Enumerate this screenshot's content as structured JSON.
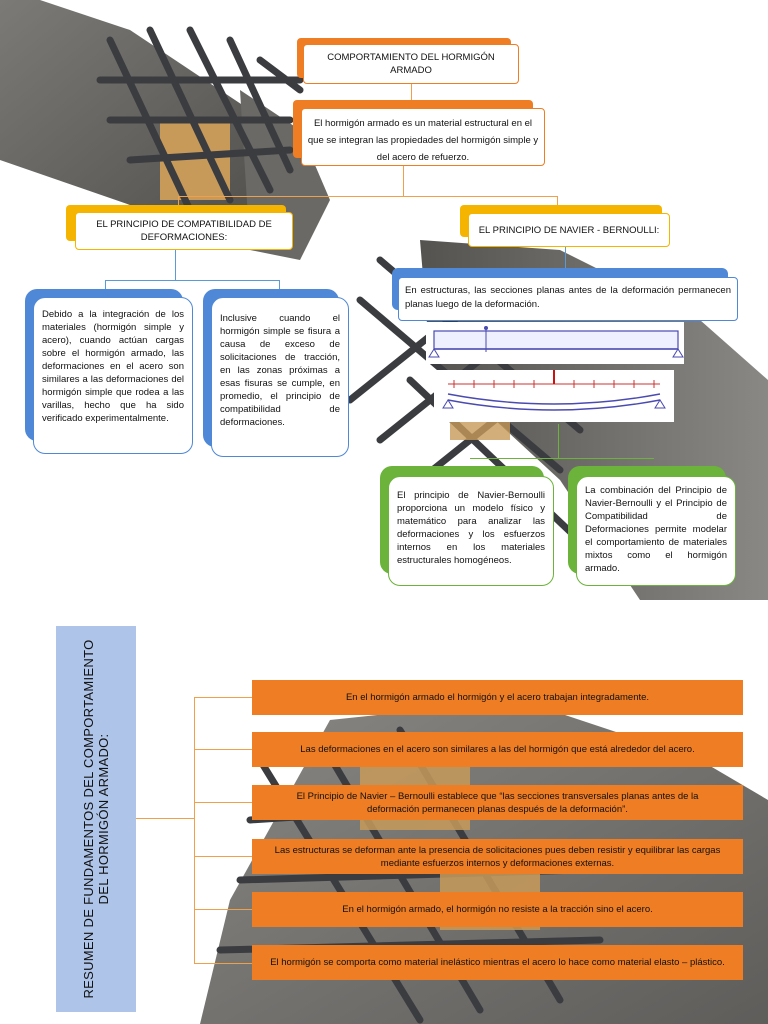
{
  "title": "COMPORTAMIENTO DEL HORMIGÓN ARMADO",
  "definition": "El hormigón armado es un material estructural en el que se integran las propiedades del hormigón simple y del acero de refuerzo.",
  "left_branch": {
    "heading": "EL PRINCIPIO DE COMPATIBILIDAD DE DEFORMACIONES:",
    "box1": "Debido a la integración de los materiales (hormigón simple y acero), cuando actúan cargas sobre el hormigón armado, las deformaciones en el acero son similares a las deformaciones del hormigón simple que rodea a las varillas, hecho que ha sido verificado experimentalmente.",
    "box2": "Inclusive cuando el hormigón simple se fisura a causa de exceso de solicitaciones de tracción, en las zonas próximas a esas fisuras se cumple, en promedio, el principio de compatibilidad de deformaciones."
  },
  "right_branch": {
    "heading": "EL PRINCIPIO DE NAVIER - BERNOULLI:",
    "statement": "En estructuras, las secciones planas antes de la deformación permanecen planas luego de la deformación.",
    "box1": "El principio de Navier-Bernoulli proporciona un modelo físico y matemático para analizar las deformaciones y los esfuerzos internos en los materiales estructurales homogéneos.",
    "box2": "La combinación del Principio de Navier-Bernoulli y el Principio de Compatibilidad de Deformaciones permite modelar el comportamiento de materiales mixtos como el hormigón armado."
  },
  "summary": {
    "title": "RESUMEN DE FUNDAMENTOS DEL COMPORTAMIENTO DEL HORMIGÓN ARMADO:",
    "items": [
      "En el hormigón armado el hormigón y el acero trabajan integradamente.",
      "Las deformaciones en el acero son similares a las del hormigón que está alrededor del acero.",
      "El Principio de Navier – Bernoulli establece que “las secciones transversales planas antes de la deformación permanecen planas después de la deformación”.",
      "Las estructuras se deforman ante la presencia de solicitaciones pues deben resistir y equilibrar las cargas mediante esfuerzos internos y deformaciones externas.",
      "En el hormigón armado, el hormigón no resiste a la tracción sino el acero.",
      "El hormigón se comporta como material inelástico mientras el acero lo hace como material elasto – plástico."
    ]
  },
  "colors": {
    "orange": "#ee7d24",
    "yellow": "#f4b400",
    "blue": "#4f88d6",
    "green": "#6bb33a",
    "ribbon": "#aec4e8"
  }
}
